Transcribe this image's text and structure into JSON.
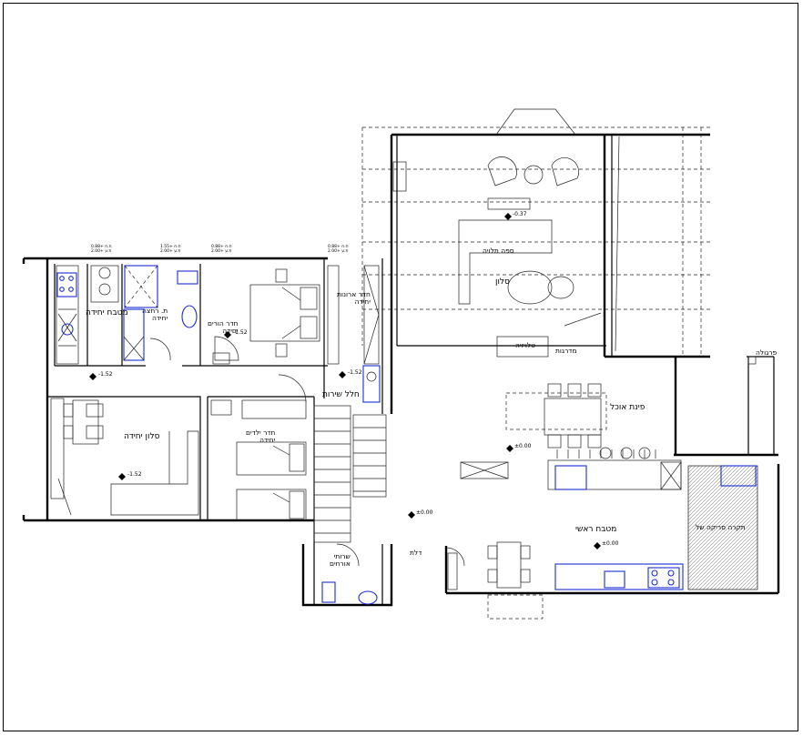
{
  "rooms": {
    "unit_kitchen": "מטבח יחידה",
    "unit_shower": "ת. רחצה\nיחידה",
    "parents_room": "חדר הורים\nיחידה",
    "storage_room": "חדר ארונות\nיחידה",
    "service_space": "חלל שירות",
    "unit_living": "סלון יחידה",
    "kids_room": "חדר ילדים\nיחידה",
    "guest_wc": "שרותי\nאורחים",
    "entrance": "דלת",
    "dining_corner": "פינת אוכל",
    "main_kitchen": "מטבח ראשי",
    "living_room": "סלון",
    "tv_unit": "טלויזיה",
    "hanging_sofa": "ספה תלויה",
    "beam_note": "מדרגות",
    "floor_note": "תקרה סריקה של",
    "outdoor_note": "פרגולה"
  },
  "levels": {
    "minus152": "-1.52",
    "zero": "±0.00",
    "minus037": "-0.37",
    "sill_a": "ת.ח +0.88\nת.ע +2.00",
    "sill_b": "ת.ח +1.55\nת.ע +2.00"
  },
  "icons": {
    "stove": "stove-icon",
    "toilet": "toilet-icon",
    "sink": "sink-icon",
    "bed": "bed-icon",
    "sofa": "sofa-icon",
    "table": "table-icon",
    "stairs": "stairs-icon",
    "door_swing": "door-swing-icon"
  },
  "colors": {
    "fixtures": "#1a2fd0",
    "walls": "#000000",
    "hatch": "#9a9a9a"
  }
}
